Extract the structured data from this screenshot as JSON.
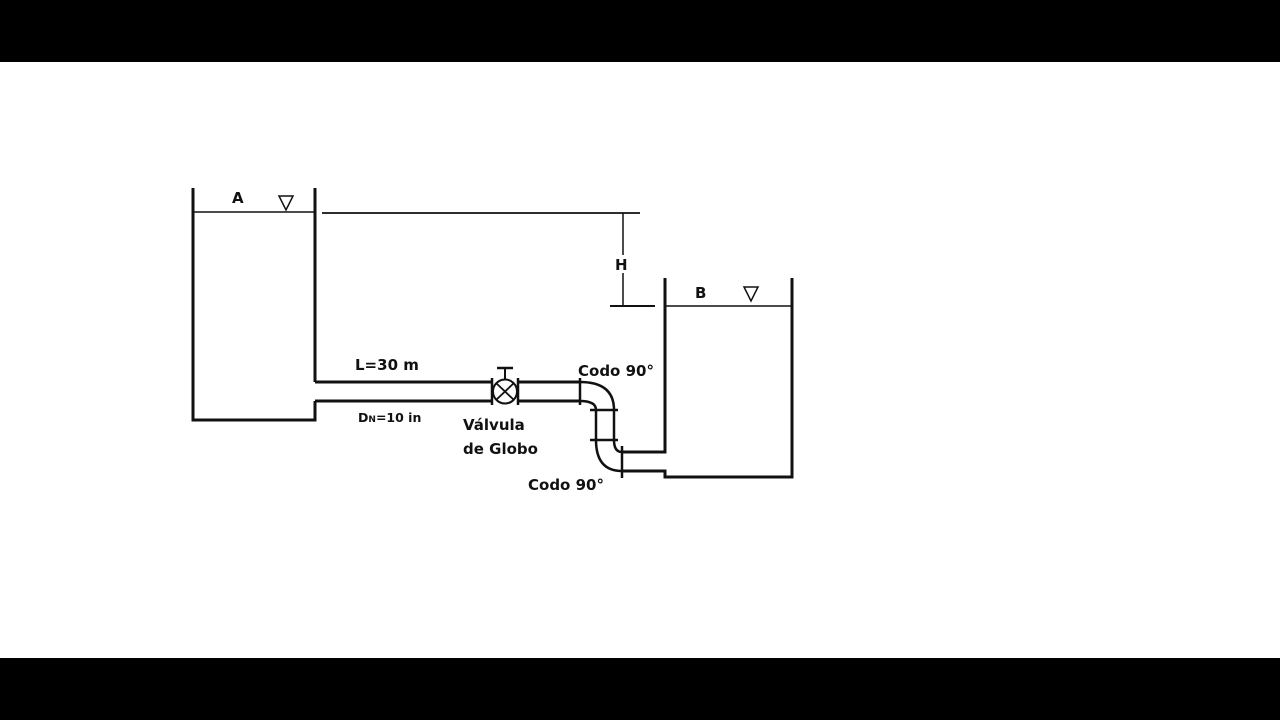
{
  "diagram": {
    "tank_a_label": "A",
    "tank_b_label": "B",
    "head_label": "H",
    "pipe_length_label": "L=30 m",
    "pipe_diameter_label": {
      "prefix": "D",
      "subscript": "N",
      "value": "=10 in"
    },
    "valve_label_line1": "Válvula",
    "valve_label_line2": "de Globo",
    "elbow_top_label": "Codo 90°",
    "elbow_bottom_label": "Codo 90°"
  },
  "colors": {
    "line": "#111111",
    "background": "#ffffff",
    "letterbox": "#000000"
  }
}
